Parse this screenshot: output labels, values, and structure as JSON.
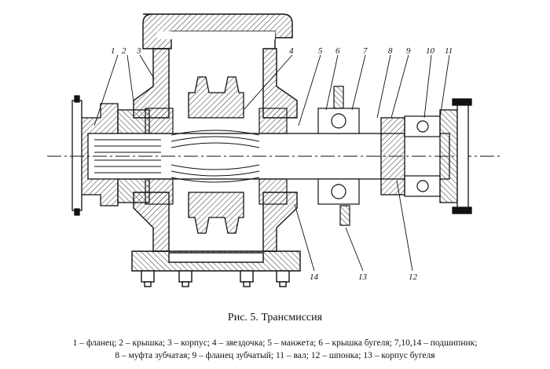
{
  "figure": {
    "caption": "Рис. 5. Трансмиссия",
    "legend_line1": "1 – фланец; 2 – крышка; 3 – корпус; 4 – звездочка; 5 – манжета; 6 – крышка бугеля; 7,10,14 – подшипник;",
    "legend_line2": "8 – муфта зубчатая; 9 – фланец зубчатый; 11 – вал; 12 – шпонка; 13 – корпус бугеля"
  },
  "callouts": [
    "1",
    "2",
    "3",
    "4",
    "5",
    "6",
    "7",
    "8",
    "9",
    "10",
    "11",
    "12",
    "13",
    "14"
  ],
  "colors": {
    "ink": "#111111",
    "hatch": "#333333",
    "paper": "#ffffff"
  }
}
